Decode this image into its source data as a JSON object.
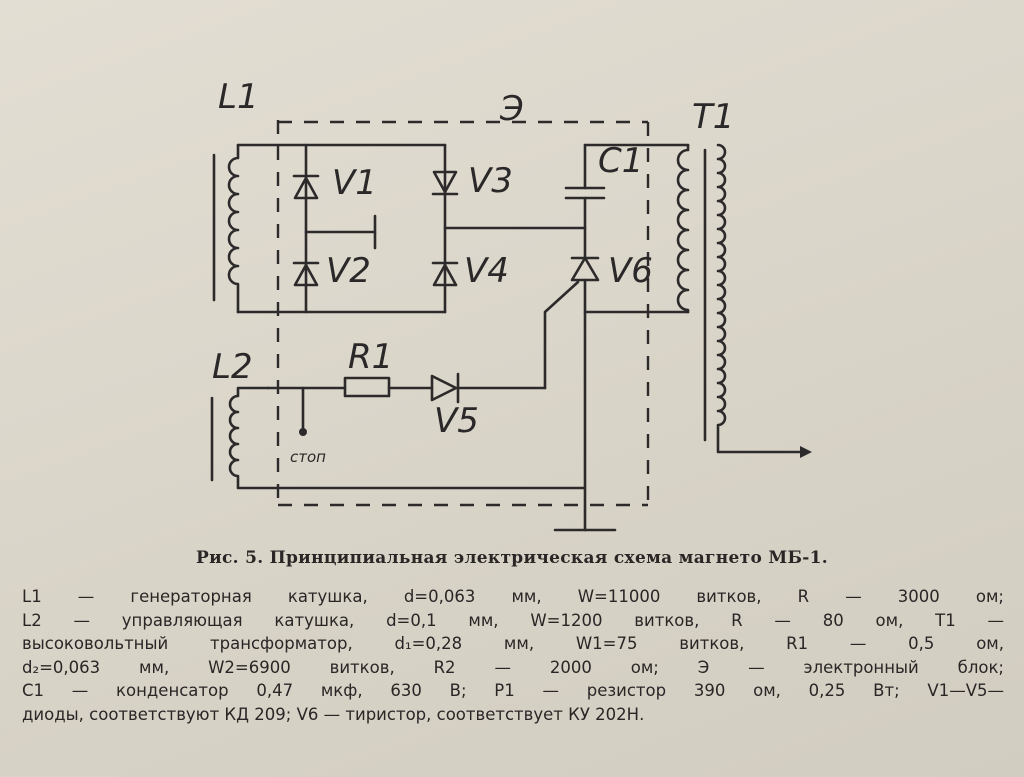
{
  "schematic": {
    "labels": {
      "L1": "L1",
      "L2": "L2",
      "E": "Э",
      "T1": "T1",
      "C1": "C1",
      "V1": "V1",
      "V2": "V2",
      "V3": "V3",
      "V4": "V4",
      "V5": "V5",
      "V6": "V6",
      "R1": "R1",
      "stop": "стоп"
    }
  },
  "caption": {
    "title": "Рис. 5. Принципиальная электрическая схема магнето МБ-1.",
    "lines": [
      "L1 — генераторная катушка, d=0,063 мм, W=11000 витков, R — 3000 ом;",
      "L2 — управляющая катушка, d=0,1 мм, W=1200 витков, R — 80 ом, T1 —",
      "высоковольтный трансформатор, d₁=0,28 мм, W1=75 витков, R1 — 0,5 ом,",
      "d₂=0,063 мм, W2=6900 витков, R2 — 2000 ом; Э — электронный блок;",
      "C1 — конденсатор 0,47 мкф, 630 В; P1 — резистор 390 ом, 0,25 Вт; V1—V5—",
      "диоды, соответствуют КД 209; V6 — тиристор, соответствует КУ 202Н."
    ]
  }
}
